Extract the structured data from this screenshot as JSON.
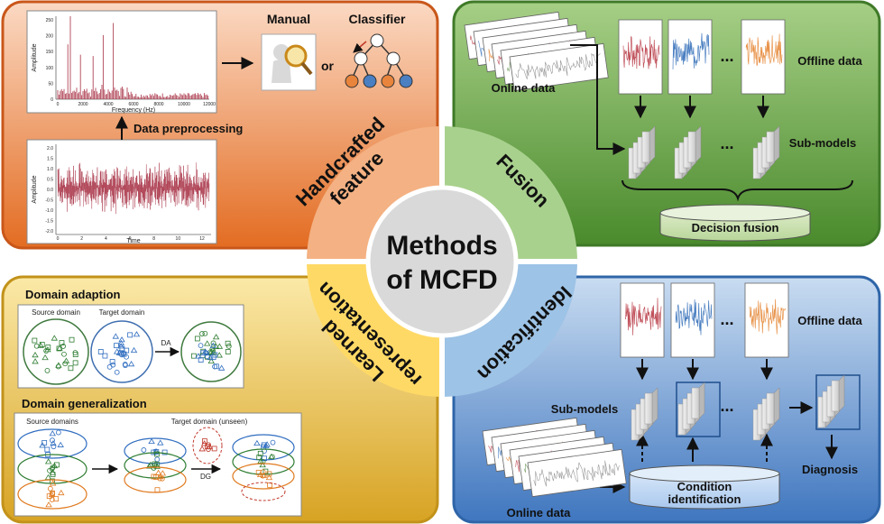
{
  "center": {
    "line1": "Methods",
    "line2": "of MCFD"
  },
  "wedges": {
    "handcrafted": {
      "line1": "Handcrafted",
      "line2": "feature"
    },
    "fusion": {
      "label": "Fusion"
    },
    "learned": {
      "line1": "Learned",
      "line2": "representation"
    },
    "identification": {
      "label": "Identification"
    }
  },
  "handcrafted_panel": {
    "manual_label": "Manual",
    "classifier_label": "Classifier",
    "or_label": "or",
    "preprocessing_label": "Data preprocessing",
    "spectrum_plot": {
      "xlabel": "Frequency (Hz)",
      "ylabel": "Amplitude",
      "xticks": [
        "0",
        "2000",
        "4000",
        "6000",
        "8000",
        "10000",
        "12000"
      ],
      "yticks": [
        "0",
        "50",
        "100",
        "150",
        "200",
        "250"
      ]
    },
    "time_plot": {
      "xlabel": "Time",
      "ylabel": "Amplitude",
      "xticks": [
        "0",
        "2",
        "4",
        "6",
        "8",
        "10",
        "12"
      ],
      "yticks": [
        "-2.0",
        "-1.5",
        "-1.0",
        "-0.5",
        "0.0",
        "0.5",
        "1.0",
        "1.5",
        "2.0"
      ]
    }
  },
  "fusion_panel": {
    "online_label": "Online data",
    "offline_label": "Offline data",
    "submodels_label": "Sub-models",
    "decision_label": "Decision fusion",
    "ellipsis": "..."
  },
  "learned_panel": {
    "da_title": "Domain adaption",
    "source_label": "Source domain",
    "target_label": "Target domain",
    "da_arrow_label": "DA",
    "dg_title": "Domain generalization",
    "sources_label": "Source domains",
    "target_unseen_label": "Target domain (unseen)",
    "dg_arrow_label": "DG"
  },
  "identification_panel": {
    "offline_label": "Offline data",
    "submodels_label": "Sub-models",
    "online_label": "Online data",
    "condition_line1": "Condition",
    "condition_line2": "identification",
    "diagnosis_label": "Diagnosis",
    "ellipsis": "..."
  },
  "colors": {
    "orange": "#e0793a",
    "green": "#5d9a3a",
    "gold": "#e3b73c",
    "blue": "#4d84c6",
    "wedge_orange": "#f0a477",
    "wedge_green": "#a5d07c",
    "wedge_yellow": "#ffd966",
    "wedge_blue": "#9dc3e6",
    "signal_red": "#c0505a",
    "signal_blue": "#4a7fc1",
    "signal_orange": "#e8934a"
  }
}
